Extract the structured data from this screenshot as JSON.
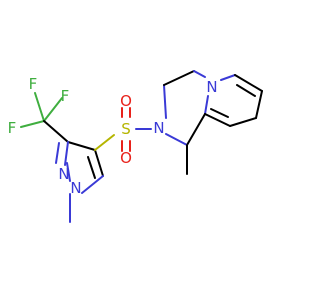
{
  "molecule": {
    "atoms": {
      "pyrazole_n_methyl": "N",
      "pyrazole_n": "N",
      "sulfur": "S",
      "oxygen_top": "O",
      "oxygen_bottom": "O",
      "ring_n_sulfonyl": "N",
      "ring_n_pyrrole": "N",
      "fluorine_top_left": "F",
      "fluorine_top_right": "F",
      "fluorine_left": "F"
    }
  }
}
